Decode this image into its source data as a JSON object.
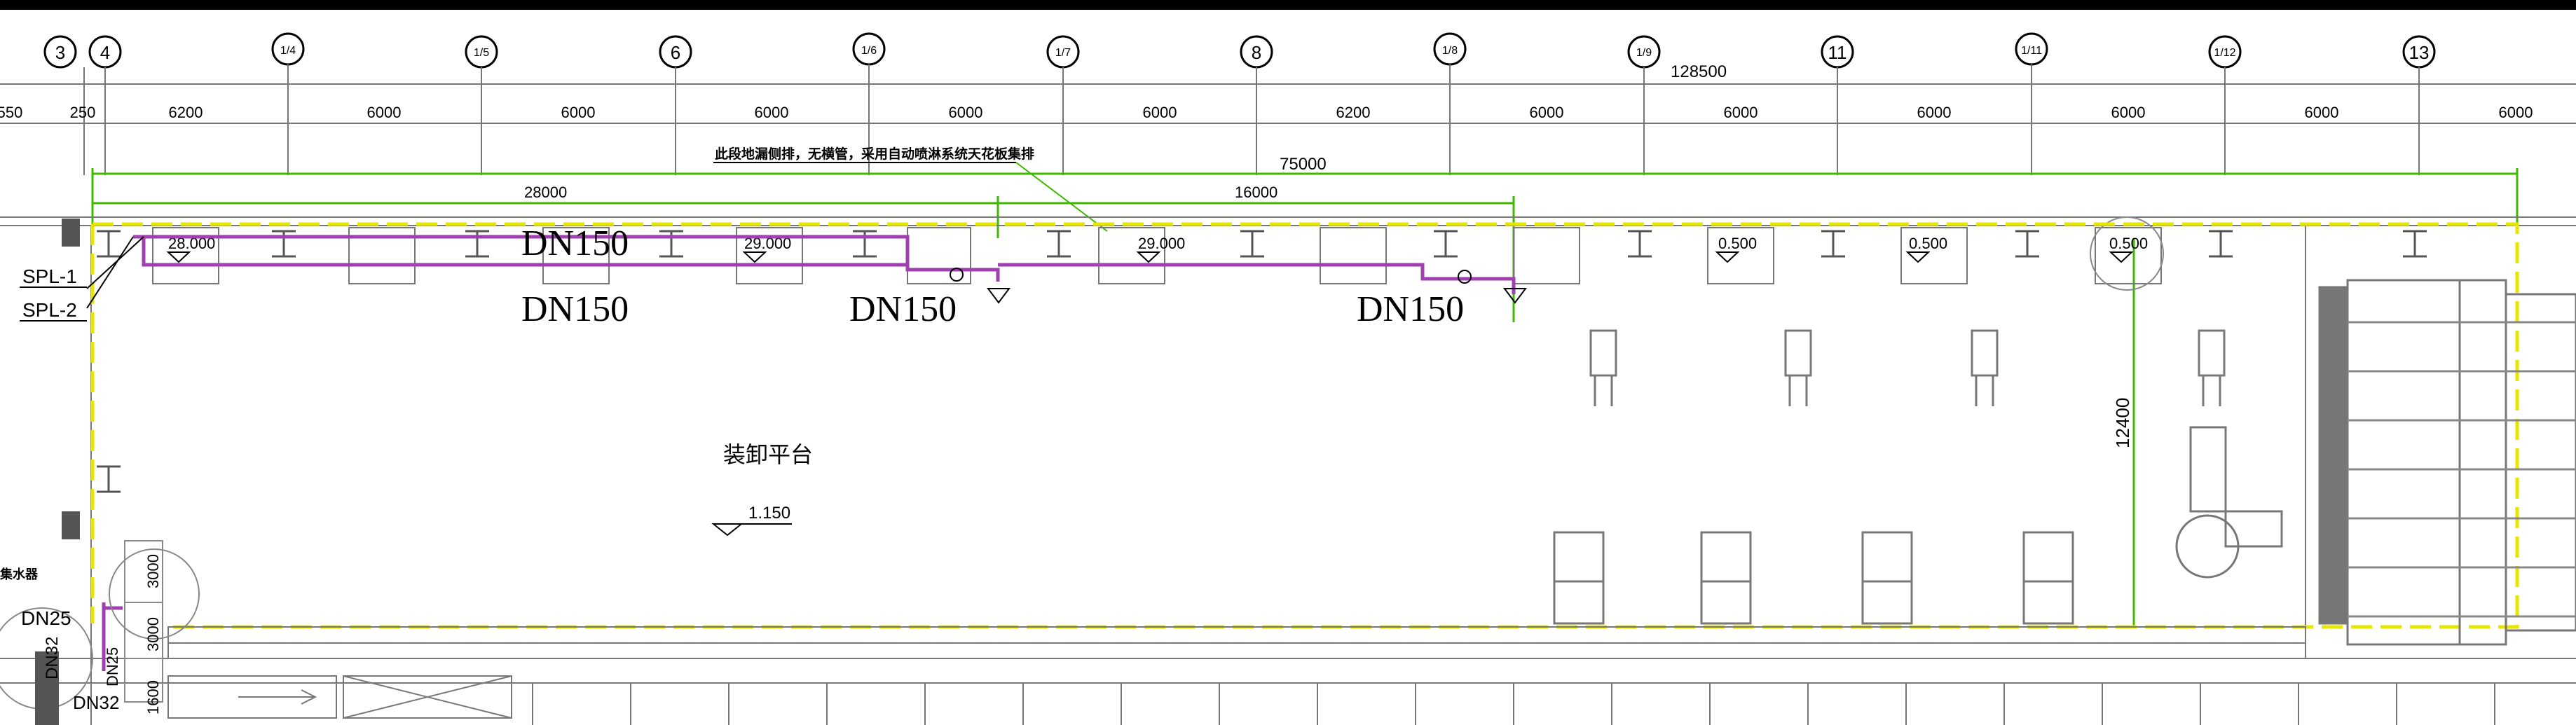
{
  "drawing": {
    "grid_axes": [
      {
        "label": "3"
      },
      {
        "label": "4"
      },
      {
        "label": "1/4"
      },
      {
        "label": "1/5"
      },
      {
        "label": "6"
      },
      {
        "label": "1/6"
      },
      {
        "label": "1/7"
      },
      {
        "label": "8"
      },
      {
        "label": "1/8"
      },
      {
        "label": "1/9"
      },
      {
        "label": "11"
      },
      {
        "label": "1/11"
      },
      {
        "label": "1/12"
      },
      {
        "label": "13"
      }
    ],
    "spacings": [
      "550",
      "250",
      "6200",
      "6000",
      "6000",
      "6000",
      "6000",
      "6000",
      "6200",
      "6000",
      "6000",
      "6000",
      "6000",
      "6000",
      "6000"
    ],
    "total_dimension": "128500",
    "dim_75000": "75000",
    "dim_28000": "28000",
    "dim_16000": "16000",
    "note": "此段地漏侧排，无横管，采用自动喷淋系统天花板集排",
    "elevations": [
      "28.000",
      "29.000",
      "29.000",
      "0.500",
      "0.500",
      "0.500",
      "1.150"
    ],
    "pipe_labels": [
      "DN150",
      "DN150",
      "DN150",
      "DN150"
    ],
    "risers": [
      "SPL-1",
      "SPL-2"
    ],
    "platform_label": "装卸平台",
    "dim_12400": "12400",
    "small_labels": [
      "DN25",
      "DN32",
      "DN32",
      "DN25",
      "3000",
      "3000",
      "1600"
    ],
    "left_edge_label": "集水器",
    "colors": {
      "frame": "#000000",
      "pipe": "#a040b0",
      "dimension": "#3fb800",
      "boundary": "#e6e600",
      "equipment": "#808080"
    }
  }
}
